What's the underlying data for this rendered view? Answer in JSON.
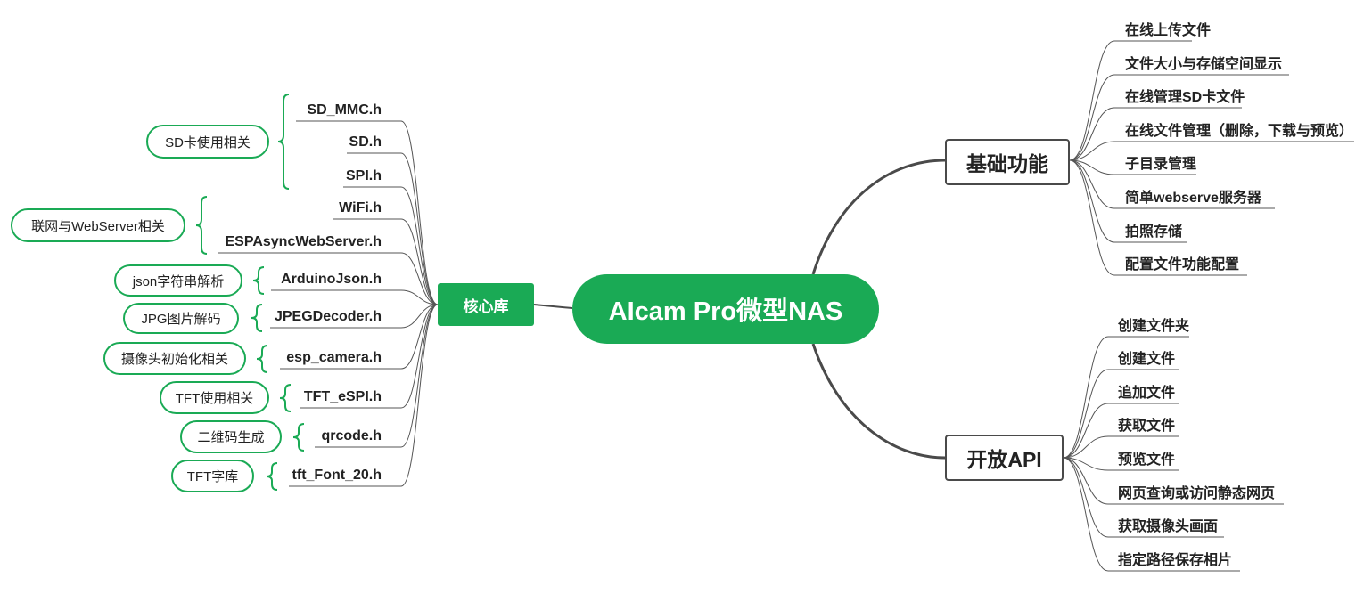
{
  "root": {
    "title": "AIcam Pro微型NAS"
  },
  "core": {
    "label": "核心库"
  },
  "basic": {
    "label": "基础功能",
    "items": [
      "在线上传文件",
      "文件大小与存储空间显示",
      "在线管理SD卡文件",
      "在线文件管理（删除，下载与预览）",
      "子目录管理",
      "简单webserve服务器",
      "拍照存储",
      "配置文件功能配置"
    ]
  },
  "api": {
    "label": "开放API",
    "items": [
      "创建文件夹",
      "创建文件",
      "追加文件",
      "获取文件",
      "预览文件",
      "网页查询或访问静态网页",
      "获取摄像头画面",
      "指定路径保存相片"
    ]
  },
  "libs": [
    "SD_MMC.h",
    "SD.h",
    "SPI.h",
    "WiFi.h",
    "ESPAsyncWebServer.h",
    "ArduinoJson.h",
    "JPEGDecoder.h",
    "esp_camera.h",
    "TFT_eSPI.h",
    "qrcode.h",
    "tft_Font_20.h"
  ],
  "groups": [
    "SD卡使用相关",
    "联网与WebServer相关",
    "json字符串解析",
    "JPG图片解码",
    "摄像头初始化相关",
    "TFT使用相关",
    "二维码生成",
    "TFT字库"
  ],
  "colors": {
    "green": "#1aaa55",
    "line": "#4a4a4a",
    "thin": "#555555"
  }
}
